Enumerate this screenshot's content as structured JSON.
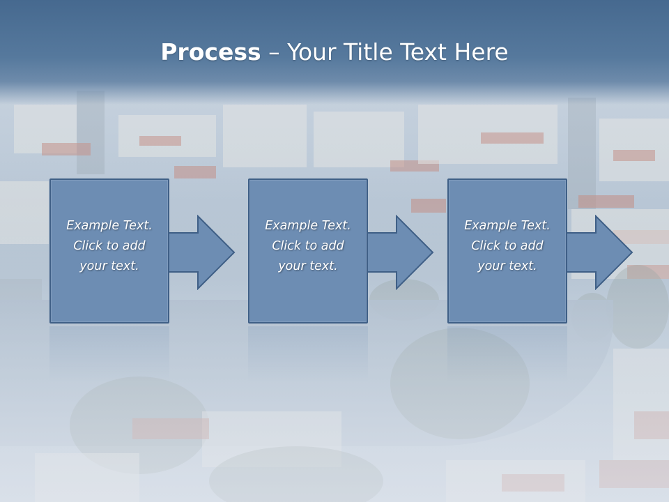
{
  "slide": {
    "title_bold": "Process",
    "title_rest": " – Your Title Text Here"
  },
  "steps": [
    {
      "lines": [
        "Example Text.",
        "Click  to add",
        "your text."
      ]
    },
    {
      "lines": [
        "Example Text.",
        "Click  to add",
        "your text."
      ]
    },
    {
      "lines": [
        "Example Text.",
        "Click  to add",
        "your text."
      ]
    }
  ],
  "colors": {
    "header": "#4e7197",
    "box_fill": "#6d8db3",
    "box_border": "#3f5f86",
    "text": "#ffffff"
  }
}
